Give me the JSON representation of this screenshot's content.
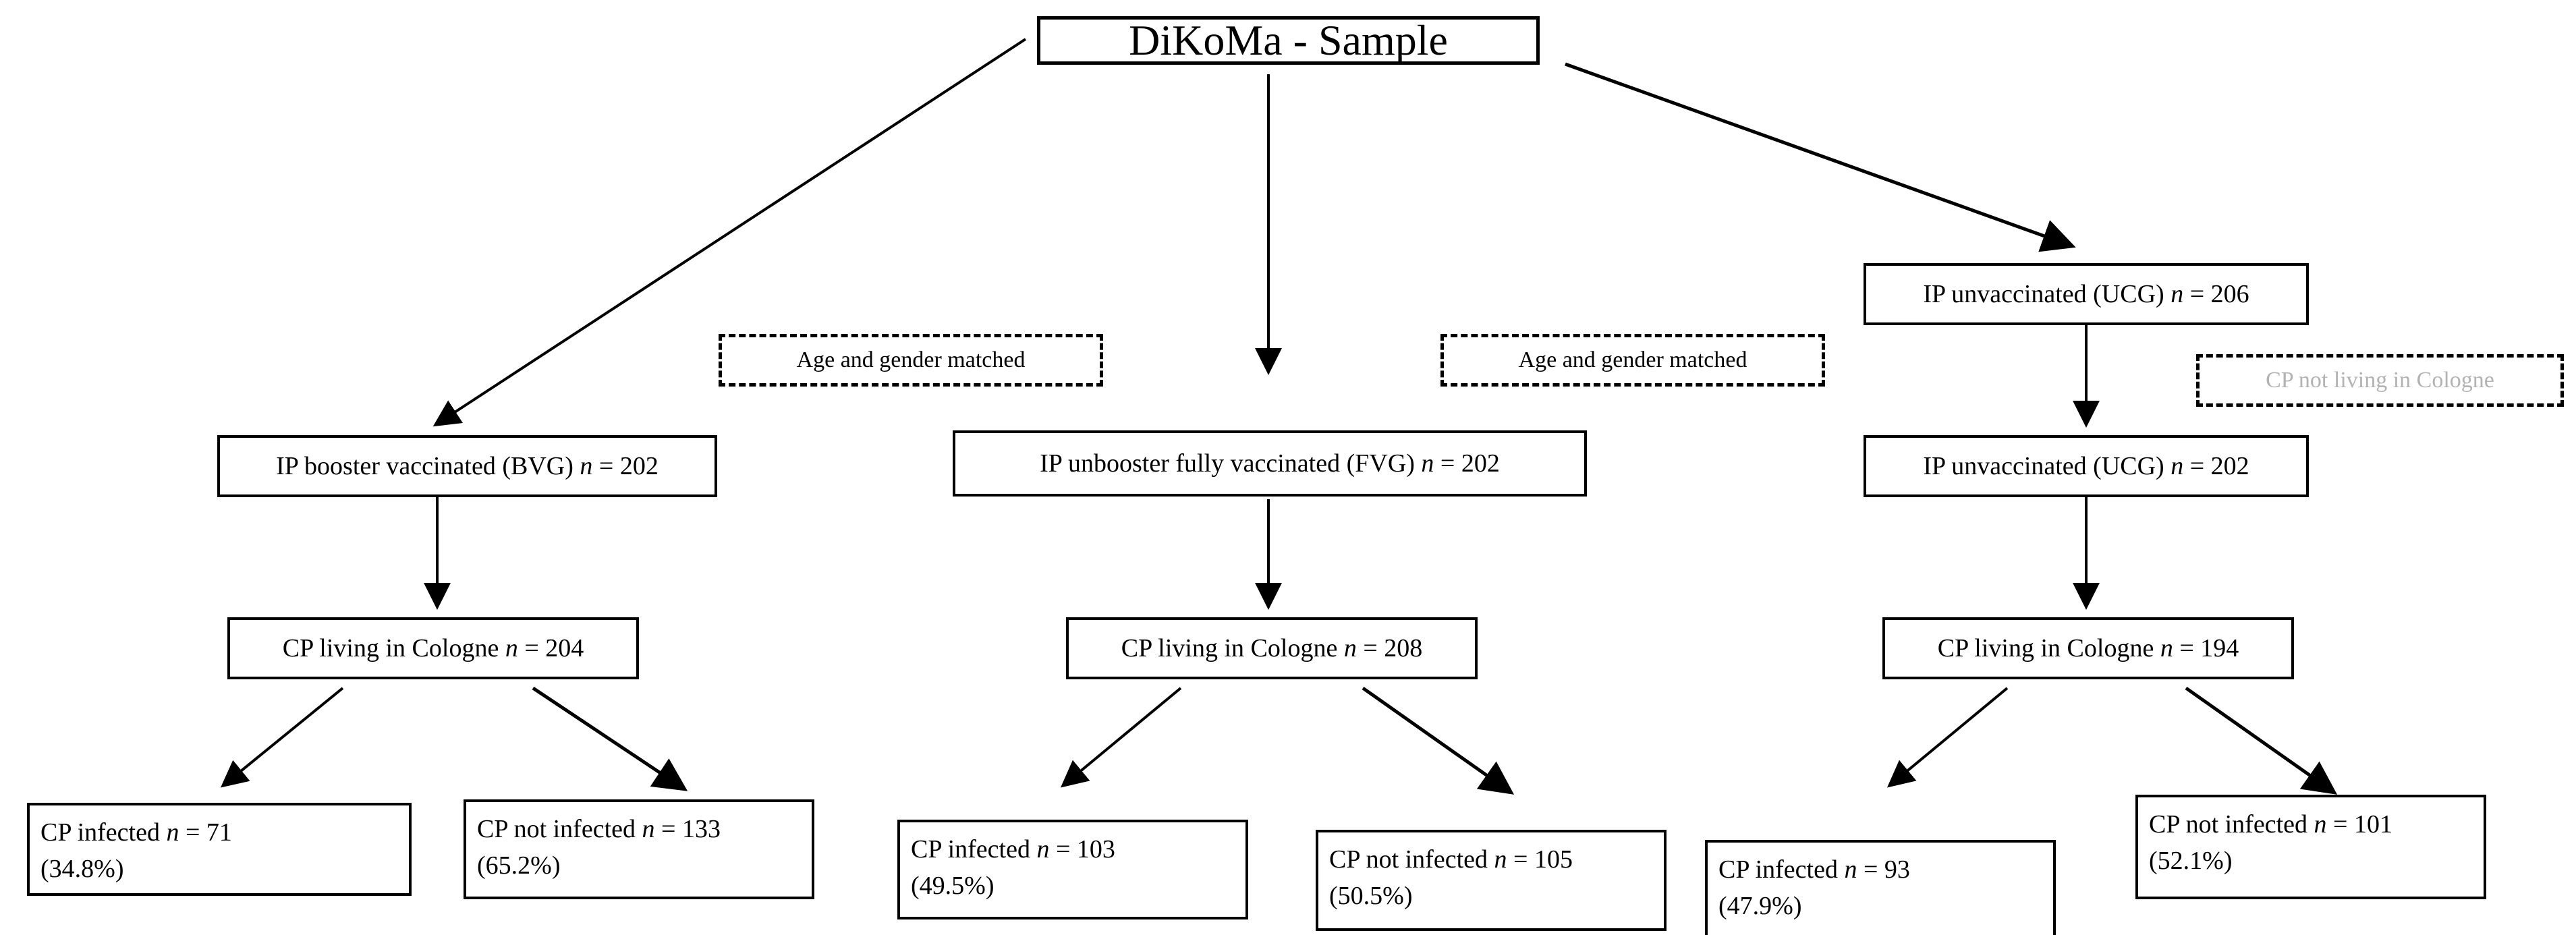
{
  "diagram": {
    "title": "DiKoMa - Sample",
    "nodes": {
      "root": "DiKoMa - Sample",
      "bvg_enrolled": "IP booster vaccinated (BVG) n = 202",
      "fvg_enrolled": "IP unbooster fully vaccinated (FVG) n = 202",
      "ucg_screened": "IP unvaccinated (UCG) n = 206",
      "ucg_enrolled": "IP unvaccinated (UCG) n = 202",
      "bvg_cologne": "CP living in Cologne n = 204",
      "fvg_cologne": "CP living in Cologne n = 208",
      "ucg_cologne": "CP living in Cologne n = 194",
      "bvg_infected_l1": "CP infected n = 71",
      "bvg_infected_l2": "(34.8%)",
      "bvg_not_infected_l1": "CP not infected n = 133",
      "bvg_not_infected_l2": "(65.2%)",
      "fvg_infected_l1": "CP infected n = 103",
      "fvg_infected_l2": "(49.5%)",
      "fvg_not_infected_l1": "CP not infected n = 105",
      "fvg_not_infected_l2": "(50.5%)",
      "ucg_infected_l1": "CP infected n = 93",
      "ucg_infected_l2": "(47.9%)",
      "ucg_not_infected_l1": "CP not infected n = 101",
      "ucg_not_infected_l2": "(52.1%)"
    },
    "annotations": {
      "matched_left": "Age and gender matched",
      "matched_right": "Age and gender matched",
      "excluded_right": "CP not living in Cologne"
    },
    "symbols": {
      "n_italic": "n",
      "equals": "="
    },
    "counts": {
      "bvg_enrolled": 202,
      "fvg_enrolled": 202,
      "ucg_screened": 206,
      "ucg_enrolled": 202,
      "bvg_cologne": 204,
      "fvg_cologne": 208,
      "ucg_cologne": 194,
      "bvg_infected": 71,
      "bvg_not_infected": 133,
      "fvg_infected": 103,
      "fvg_not_infected": 105,
      "ucg_infected": 93,
      "ucg_not_infected": 101
    },
    "percentages": {
      "bvg_infected": "34.8%",
      "bvg_not_infected": "65.2%",
      "fvg_infected": "49.5%",
      "fvg_not_infected": "50.5%",
      "ucg_infected": "47.9%",
      "ucg_not_infected": "52.1%"
    },
    "colors": {
      "stroke": "#000000",
      "background": "#ffffff",
      "faded_text": "#b3b3b3"
    }
  }
}
